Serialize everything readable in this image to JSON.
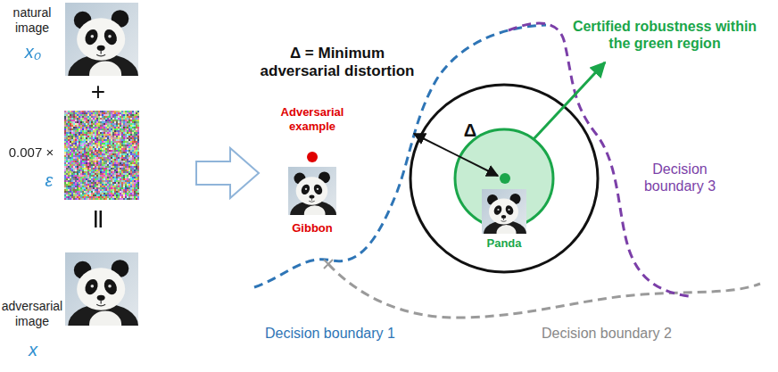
{
  "diagram": {
    "labels": [
      "natural image",
      "x₀",
      "+",
      "0.007 ×",
      "ε",
      "||",
      "adversarial image",
      "x",
      "Δ = Minimum adversarial distortion",
      "Adversarial example",
      "Gibbon",
      "Δ",
      "Certified robustness within the green region",
      "Panda",
      "Decision boundary 1",
      "Decision boundary 3",
      "Decision boundary 2"
    ]
  }
}
